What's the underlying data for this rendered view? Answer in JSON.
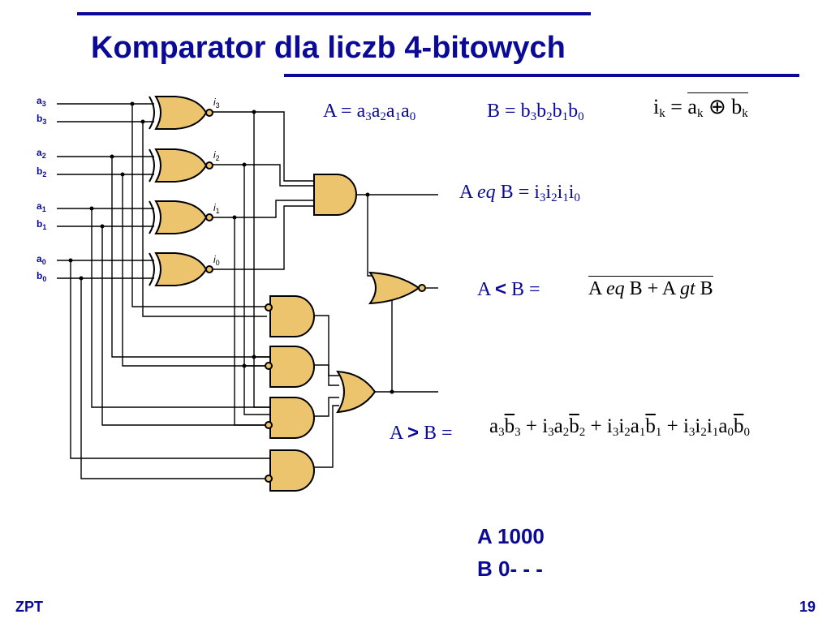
{
  "slide": {
    "title": "Komparator dla liczb 4-bitowych",
    "footer_left": "ZPT",
    "page_number": "19"
  },
  "inputs": [
    {
      "letter": "a",
      "index": "3"
    },
    {
      "letter": "b",
      "index": "3"
    },
    {
      "letter": "a",
      "index": "2"
    },
    {
      "letter": "b",
      "index": "2"
    },
    {
      "letter": "a",
      "index": "1"
    },
    {
      "letter": "b",
      "index": "1"
    },
    {
      "letter": "a",
      "index": "0"
    },
    {
      "letter": "b",
      "index": "0"
    }
  ],
  "xnor_outputs": [
    {
      "letter": "i",
      "index": "3"
    },
    {
      "letter": "i",
      "index": "2"
    },
    {
      "letter": "i",
      "index": "1"
    },
    {
      "letter": "i",
      "index": "0"
    }
  ],
  "formulas": {
    "A_def": {
      "lhs": "A",
      "eq": "=",
      "terms": [
        [
          "a",
          "3"
        ],
        [
          "a",
          "2"
        ],
        [
          "a",
          "1"
        ],
        [
          "a",
          "0"
        ]
      ]
    },
    "B_def": {
      "lhs": "B",
      "eq": "=",
      "terms": [
        [
          "b",
          "3"
        ],
        [
          "b",
          "2"
        ],
        [
          "b",
          "1"
        ],
        [
          "b",
          "0"
        ]
      ]
    },
    "ik_def": {
      "i": "i",
      "k": "k",
      "eq": "=",
      "a": "a",
      "op": "⊕",
      "b": "b"
    },
    "eq_out": {
      "a": "A",
      "rel": "eq",
      "b": "B",
      "eq": "=",
      "terms": [
        [
          "i",
          "3"
        ],
        [
          "i",
          "2"
        ],
        [
          "i",
          "1"
        ],
        [
          "i",
          "0"
        ]
      ]
    },
    "lt_out": {
      "a": "A",
      "rel": "<",
      "b": "B",
      "eq": "=",
      "expr_a1": "A",
      "expr_r1": "eq",
      "expr_b1": "B",
      "plus": "+",
      "expr_a2": "A",
      "expr_r2": "gt",
      "expr_b2": "B"
    },
    "gt_out": {
      "a": "A",
      "rel": ">",
      "b": "B",
      "eq": "="
    }
  },
  "example": {
    "line1": "A 1000",
    "line2": "B 0- - -"
  },
  "colors": {
    "accent": "#0a0a96",
    "gate_fill": "#ecc46e",
    "wire": "#000000"
  }
}
